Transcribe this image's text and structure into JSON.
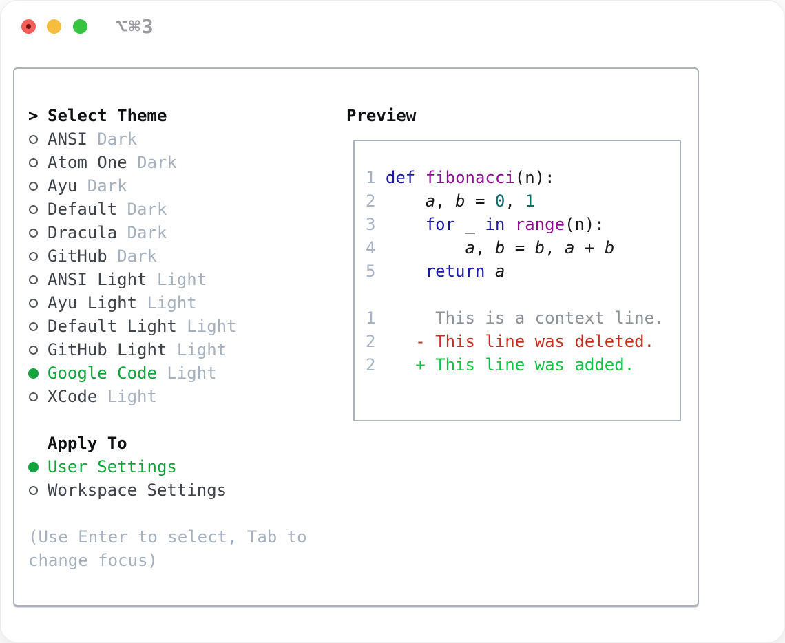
{
  "window": {
    "title": "⌥⌘3"
  },
  "traffic_lights": [
    {
      "name": "close"
    },
    {
      "name": "minimize"
    },
    {
      "name": "zoom"
    }
  ],
  "theme_panel": {
    "header_marker": ">",
    "header": "Select Theme",
    "themes": [
      {
        "name": "ANSI",
        "variant": "Dark",
        "selected": false
      },
      {
        "name": "Atom One",
        "variant": "Dark",
        "selected": false
      },
      {
        "name": "Ayu",
        "variant": "Dark",
        "selected": false
      },
      {
        "name": "Default",
        "variant": "Dark",
        "selected": false
      },
      {
        "name": "Dracula",
        "variant": "Dark",
        "selected": false
      },
      {
        "name": "GitHub",
        "variant": "Dark",
        "selected": false
      },
      {
        "name": "ANSI Light",
        "variant": "Light",
        "selected": false
      },
      {
        "name": "Ayu Light",
        "variant": "Light",
        "selected": false
      },
      {
        "name": "Default Light",
        "variant": "Light",
        "selected": false
      },
      {
        "name": "GitHub Light",
        "variant": "Light",
        "selected": false
      },
      {
        "name": "Google Code",
        "variant": "Light",
        "selected": true
      },
      {
        "name": "XCode",
        "variant": "Light",
        "selected": false
      }
    ],
    "apply_to": {
      "header": "Apply To",
      "options": [
        {
          "label": "User Settings",
          "selected": true
        },
        {
          "label": "Workspace Settings",
          "selected": false
        }
      ]
    },
    "help_lines": [
      "(Use Enter to select, Tab to",
      "change focus)"
    ]
  },
  "preview": {
    "header": "Preview",
    "code_lines": [
      {
        "num": "1",
        "tokens": [
          [
            "kw",
            "def"
          ],
          [
            "pl",
            " "
          ],
          [
            "fn",
            "fibonacci"
          ],
          [
            "pl",
            "(n):"
          ]
        ]
      },
      {
        "num": "2",
        "tokens": [
          [
            "pl",
            "    "
          ],
          [
            "var",
            "a"
          ],
          [
            "pl",
            ", "
          ],
          [
            "var",
            "b"
          ],
          [
            "pl",
            " = "
          ],
          [
            "lit",
            "0"
          ],
          [
            "pl",
            ", "
          ],
          [
            "lit",
            "1"
          ]
        ]
      },
      {
        "num": "3",
        "tokens": [
          [
            "pl",
            "    "
          ],
          [
            "kw",
            "for"
          ],
          [
            "pl",
            " _ "
          ],
          [
            "kw",
            "in"
          ],
          [
            "pl",
            " "
          ],
          [
            "fn",
            "range"
          ],
          [
            "pl",
            "(n):"
          ]
        ]
      },
      {
        "num": "4",
        "tokens": [
          [
            "pl",
            "        "
          ],
          [
            "var",
            "a"
          ],
          [
            "pl",
            ", "
          ],
          [
            "var",
            "b"
          ],
          [
            "pl",
            " = "
          ],
          [
            "var",
            "b"
          ],
          [
            "pl",
            ", "
          ],
          [
            "var",
            "a"
          ],
          [
            "pl",
            " + "
          ],
          [
            "var",
            "b"
          ]
        ]
      },
      {
        "num": "5",
        "tokens": [
          [
            "pl",
            "    "
          ],
          [
            "kw",
            "return"
          ],
          [
            "pl",
            " "
          ],
          [
            "var",
            "a"
          ]
        ]
      }
    ],
    "diff_lines": [
      {
        "num": "1",
        "marker": " ",
        "text": "This is a context line.",
        "kind": "context"
      },
      {
        "num": "2",
        "marker": "-",
        "text": "This line was deleted.",
        "kind": "deleted"
      },
      {
        "num": "2",
        "marker": "+",
        "text": "This line was added.",
        "kind": "added"
      }
    ]
  },
  "colors": {
    "accent_green": "#0fa53a",
    "added_green": "#0cc340",
    "deleted_red": "#c52f1e",
    "context_gray": "#8b9199",
    "muted_gray": "#a6b0bf",
    "line_number": "#a7b3c4",
    "keyword_blue": "#1a1aa6",
    "function_purple": "#8e0e90",
    "literal_teal": "#0b6c6e",
    "code_plain": "#17181a",
    "text_dark": "#3e4249",
    "header_black": "#0e1013",
    "marker_gray": "#55595f",
    "border_gray": "#a9b2bd",
    "title_gray": "#98989d",
    "traffic_red": "#f25f58",
    "traffic_red_dot": "#7c100b",
    "traffic_yellow": "#f5bd40",
    "traffic_green": "#36c440"
  }
}
